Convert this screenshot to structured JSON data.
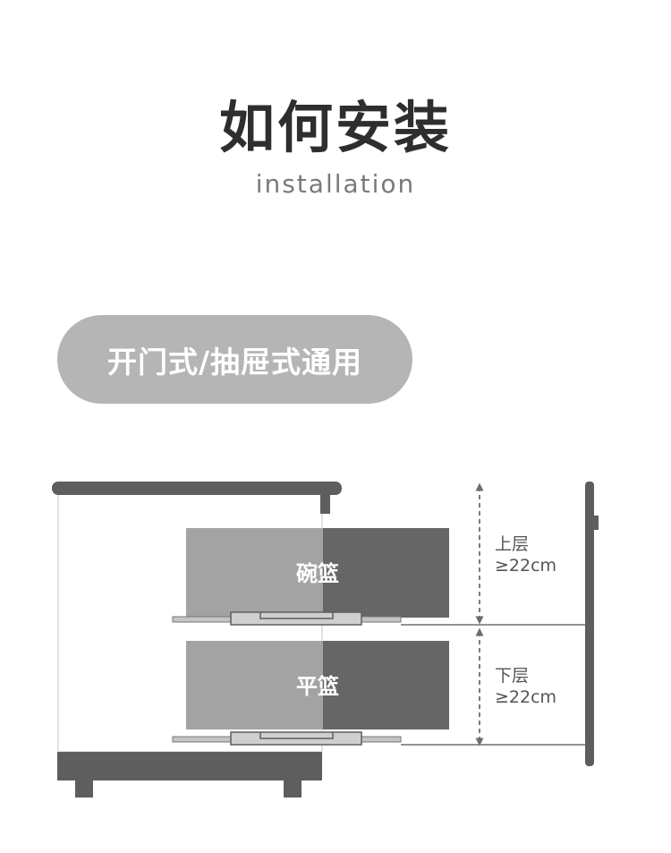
{
  "header": {
    "title": "如何安装",
    "subtitle": "installation"
  },
  "badge": {
    "label": "开门式/抽屉式通用"
  },
  "diagram": {
    "baskets": [
      {
        "label": "碗篮"
      },
      {
        "label": "平篮"
      }
    ],
    "dimensions": [
      {
        "level": "上层",
        "value": "≥22cm"
      },
      {
        "level": "下层",
        "value": "≥22cm"
      }
    ]
  },
  "colors": {
    "cabinet": "#5e5e5e",
    "basket_light": "#a3a3a3",
    "basket_dark": "#666666",
    "badge_bg": "#b5b5b5",
    "text_dark": "#2e2e2e",
    "text_mid": "#7a7a7a",
    "dim_line": "#6e6e6e"
  }
}
